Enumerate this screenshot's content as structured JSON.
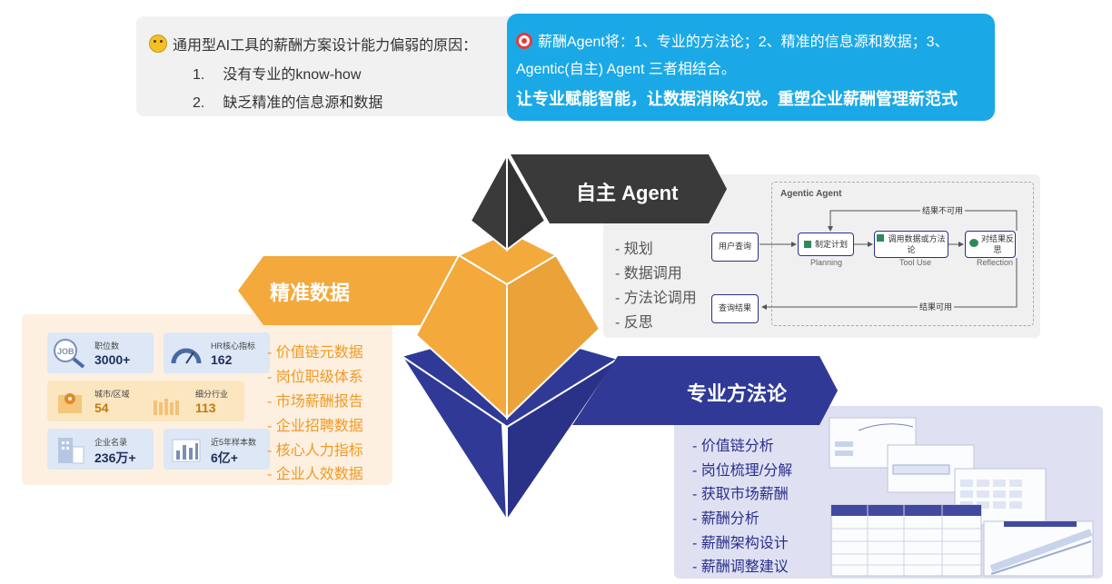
{
  "weakness": {
    "title": "通用型AI工具的薪酬方案设计能力偏弱的原因：",
    "items": [
      {
        "num": "1.",
        "text": "没有专业的know-how"
      },
      {
        "num": "2.",
        "text": "缺乏精准的信息源和数据"
      }
    ]
  },
  "agent_statement": {
    "line1": "薪酬Agent将：1、专业的方法论；2、精准的信息源和数据；3、",
    "line2": "Agentic(自主) Agent 三者相结合。",
    "slogan": "让专业赋能智能，让数据消除幻觉。重塑企业薪酬管理新范式"
  },
  "pyramid": {
    "top_label": "自主 Agent",
    "left_label": "精准数据",
    "right_label": "专业方法论",
    "colors": {
      "top": "#3a3a3a",
      "middle": "#f4a93c",
      "bottom": "#303a96",
      "banner_dark": "#3a3a3a",
      "banner_orange": "#f4a93c",
      "banner_navy": "#303a96"
    }
  },
  "agent_bullets": [
    "- 规划",
    "- 数据调用",
    "- 方法论调用",
    "- 反思"
  ],
  "data_bullets": [
    "- 价值链元数据",
    "- 岗位职级体系",
    "- 市场薪酬报告",
    "- 企业招聘数据",
    "- 核心人力指标",
    "- 企业人效数据"
  ],
  "method_bullets": [
    "- 价值链分析",
    "- 岗位梳理/分解",
    "- 获取市场薪酬",
    "- 薪酬分析",
    "- 薪酬架构设计",
    "- 薪酬调整建议"
  ],
  "stats": [
    {
      "label": "职位数",
      "value": "3000+",
      "icon": "job-search-icon"
    },
    {
      "label": "HR核心指标",
      "value": "162",
      "icon": "gauge-icon"
    },
    {
      "label": "城市/区域",
      "value": "54",
      "icon": "city-map-icon"
    },
    {
      "label": "细分行业",
      "value": "113",
      "icon": "industry-icon"
    },
    {
      "label": "企业名录",
      "value": "236万+",
      "icon": "building-icon"
    },
    {
      "label": "近5年样本数",
      "value": "6亿+",
      "icon": "chart-icon"
    }
  ],
  "agentic_diagram": {
    "title": "Agentic Agent",
    "user_query": "用户查询",
    "plan": "制定计划",
    "plan_caption": "Planning",
    "tool": "调用数据或方法论",
    "tool_caption": "Tool Use",
    "reflect": "对结果反思",
    "reflect_caption": "Reflection",
    "not_ok": "结果不可用",
    "ok": "结果可用",
    "result": "查询结果"
  }
}
